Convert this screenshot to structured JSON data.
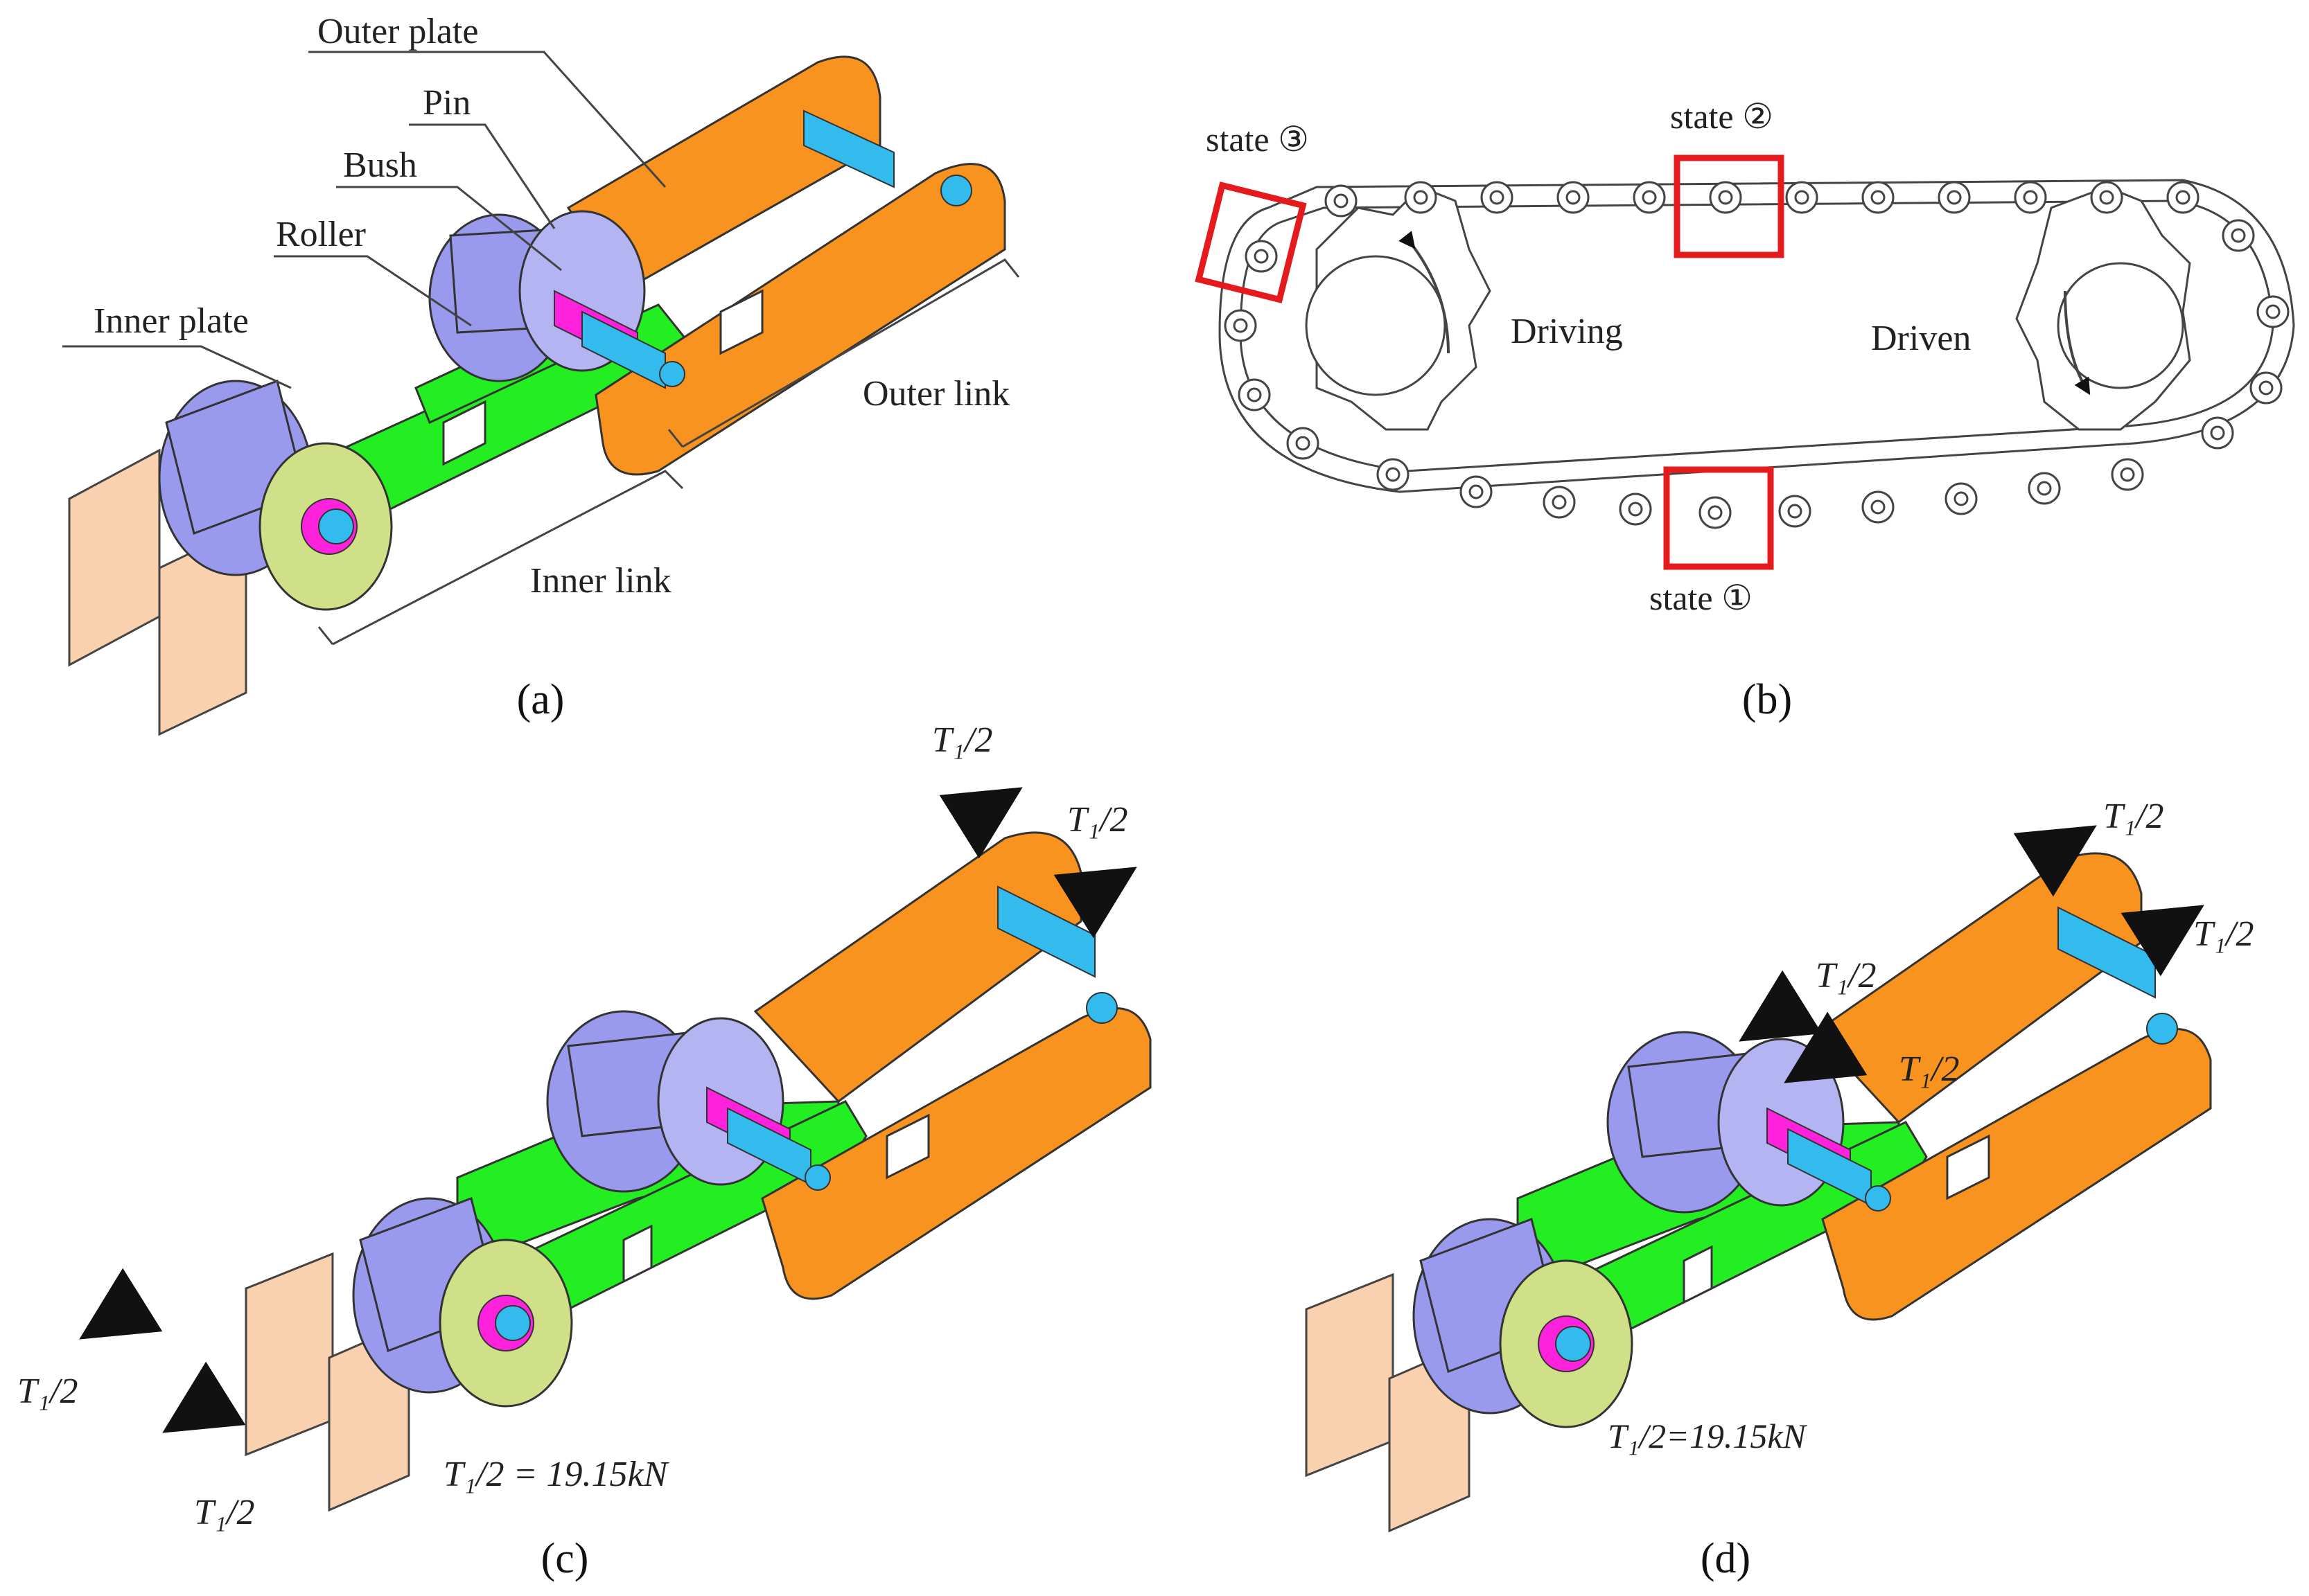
{
  "panel_a": {
    "caption": "(a)",
    "labels": {
      "outer_plate": "Outer plate",
      "pin": "Pin",
      "bush": "Bush",
      "roller": "Roller",
      "inner_plate": "Inner plate",
      "outer_link": "Outer link",
      "inner_link": "Inner link"
    }
  },
  "panel_b": {
    "caption": "(b)",
    "labels": {
      "state3": "state ③",
      "state2": "state ②",
      "state1": "state ①",
      "driving": "Driving",
      "driven": "Driven"
    }
  },
  "panel_c": {
    "caption": "(c)",
    "force_label": "T₁/2",
    "equation": "T₁/2 = 19.15kN"
  },
  "panel_d": {
    "caption": "(d)",
    "force_label": "T₁/2",
    "equation": "T₁/2=19.15kN"
  },
  "colors": {
    "outer_plate": "#F7931E",
    "outer_plate_dark": "#D9791A",
    "inner_plate": "#22EE22",
    "roller": "#9999EE",
    "pin": "#33BBEE",
    "bush": "#FF22DD",
    "tail": "#F9D1AE",
    "highlight_box": "#E41A1C"
  }
}
